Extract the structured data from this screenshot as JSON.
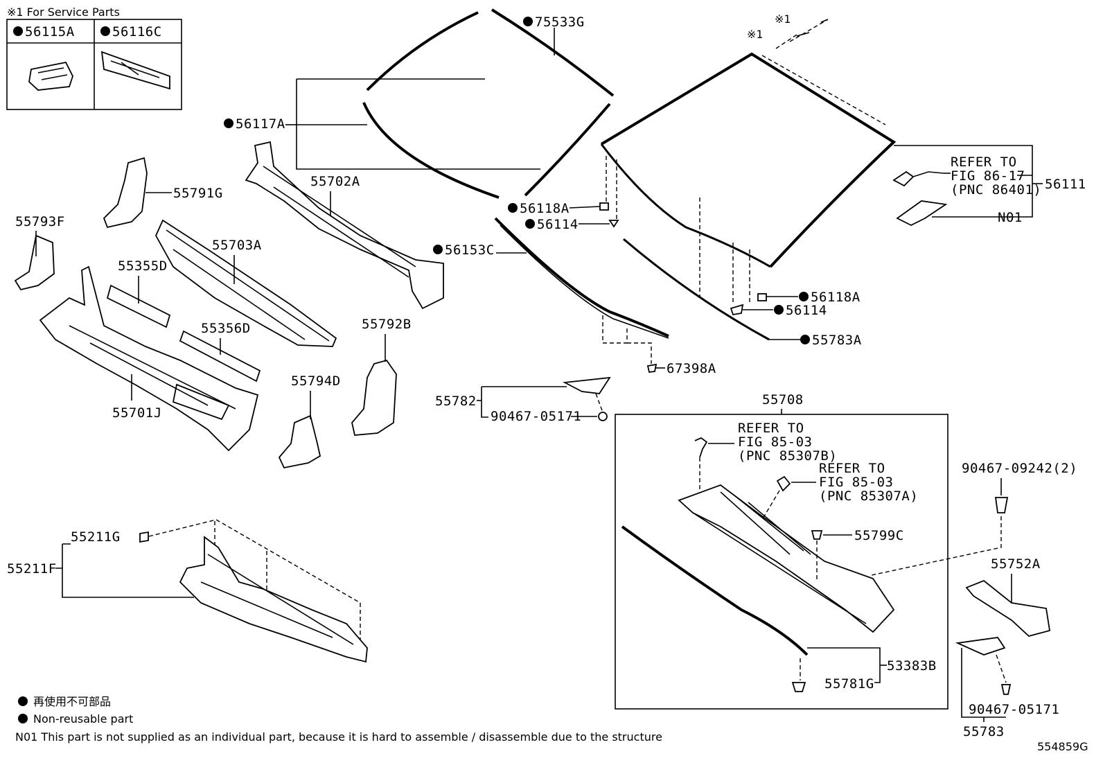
{
  "service_note": "※1 For Service Parts",
  "service_box": [
    "56115A",
    "56116C"
  ],
  "labels": {
    "p75533G": "75533G",
    "p56117A": "56117A",
    "p55702A": "55702A",
    "p55791G": "55791G",
    "p55793F": "55793F",
    "p55703A": "55703A",
    "p55355D": "55355D",
    "p55356D": "55356D",
    "p55701J": "55701J",
    "p55794D": "55794D",
    "p55792B": "55792B",
    "p56153C": "56153C",
    "p56118A_1": "56118A",
    "p56114_1": "56114",
    "p56118A_2": "56118A",
    "p56114_2": "56114",
    "p55783A": "55783A",
    "p67398A": "67398A",
    "p55782": "55782",
    "p90467_05171_a": "90467-05171",
    "p55708": "55708",
    "p56111": "56111",
    "pN01": "N01",
    "p90467_09242": "90467-09242(2)",
    "p55799C": "55799C",
    "p55752A": "55752A",
    "p53383B": "53383B",
    "p55781G": "55781G",
    "p90467_05171_b": "90467-05171",
    "p55783": "55783",
    "p55211G": "55211G",
    "p55211F": "55211F",
    "star1_a": "※1",
    "star1_b": "※1"
  },
  "refer1": [
    "REFER TO",
    "FIG 86-17",
    "(PNC 86401)"
  ],
  "refer2": [
    "REFER TO",
    "FIG 85-03",
    "(PNC 85307B)"
  ],
  "refer3": [
    "REFER TO",
    "FIG 85-03",
    "(PNC 85307A)"
  ],
  "legend": {
    "jp": "再使用不可部品",
    "en": "Non-reusable part",
    "n01": "N01 This part is not supplied as an individual part, because it is hard to assemble / disassemble due to the structure"
  },
  "figure_id": "554859G"
}
